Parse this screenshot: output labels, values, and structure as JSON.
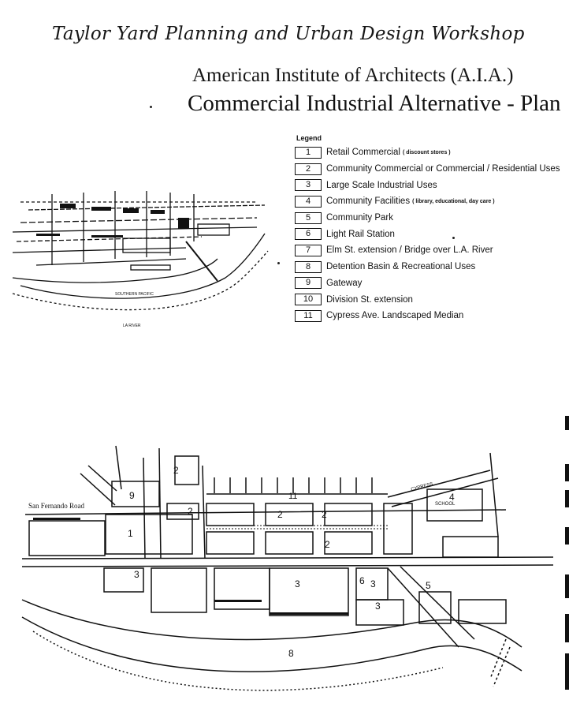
{
  "header": {
    "workshop_title": "Taylor Yard Planning and Urban Design Workshop",
    "organization": "American Institute of Architects (A.I.A.)",
    "plan_title": "Commercial Industrial Alternative - Plan"
  },
  "legend": {
    "heading": "Legend",
    "items": [
      {
        "num": "1",
        "label": "Retail Commercial",
        "note": "( discount stores )"
      },
      {
        "num": "2",
        "label": "Community Commercial or Commercial / Residential Uses",
        "note": ""
      },
      {
        "num": "3",
        "label": "Large Scale Industrial Uses",
        "note": ""
      },
      {
        "num": "4",
        "label": "Community Facilities",
        "note": "( library, educational, day care )"
      },
      {
        "num": "5",
        "label": "Community Park",
        "note": ""
      },
      {
        "num": "6",
        "label": "Light Rail Station",
        "note": ""
      },
      {
        "num": "7",
        "label": "Elm St. extension / Bridge over L.A. River",
        "note": ""
      },
      {
        "num": "8",
        "label": "Detention Basin & Recreational Uses",
        "note": ""
      },
      {
        "num": "9",
        "label": "Gateway",
        "note": ""
      },
      {
        "num": "10",
        "label": "Division St. extension",
        "note": ""
      },
      {
        "num": "11",
        "label": "Cypress Ave. Landscaped Median",
        "note": ""
      }
    ]
  },
  "map": {
    "road_label": "San Fernando Road",
    "street_label": "CYPRESS",
    "school_label": "SCHOOL",
    "basin_label": "8",
    "area_labels": {
      "a1": "1",
      "a2a": "2",
      "a2b": "2",
      "a2c": "2",
      "a2d": "2",
      "a2e": "2",
      "a3a": "3",
      "a3b": "3",
      "a3c": "3",
      "a3d": "3",
      "a4": "4",
      "a5": "5",
      "a6": "6",
      "a9": "9",
      "a11": "11"
    }
  },
  "colors": {
    "ink": "#111111",
    "paper": "#ffffff"
  }
}
